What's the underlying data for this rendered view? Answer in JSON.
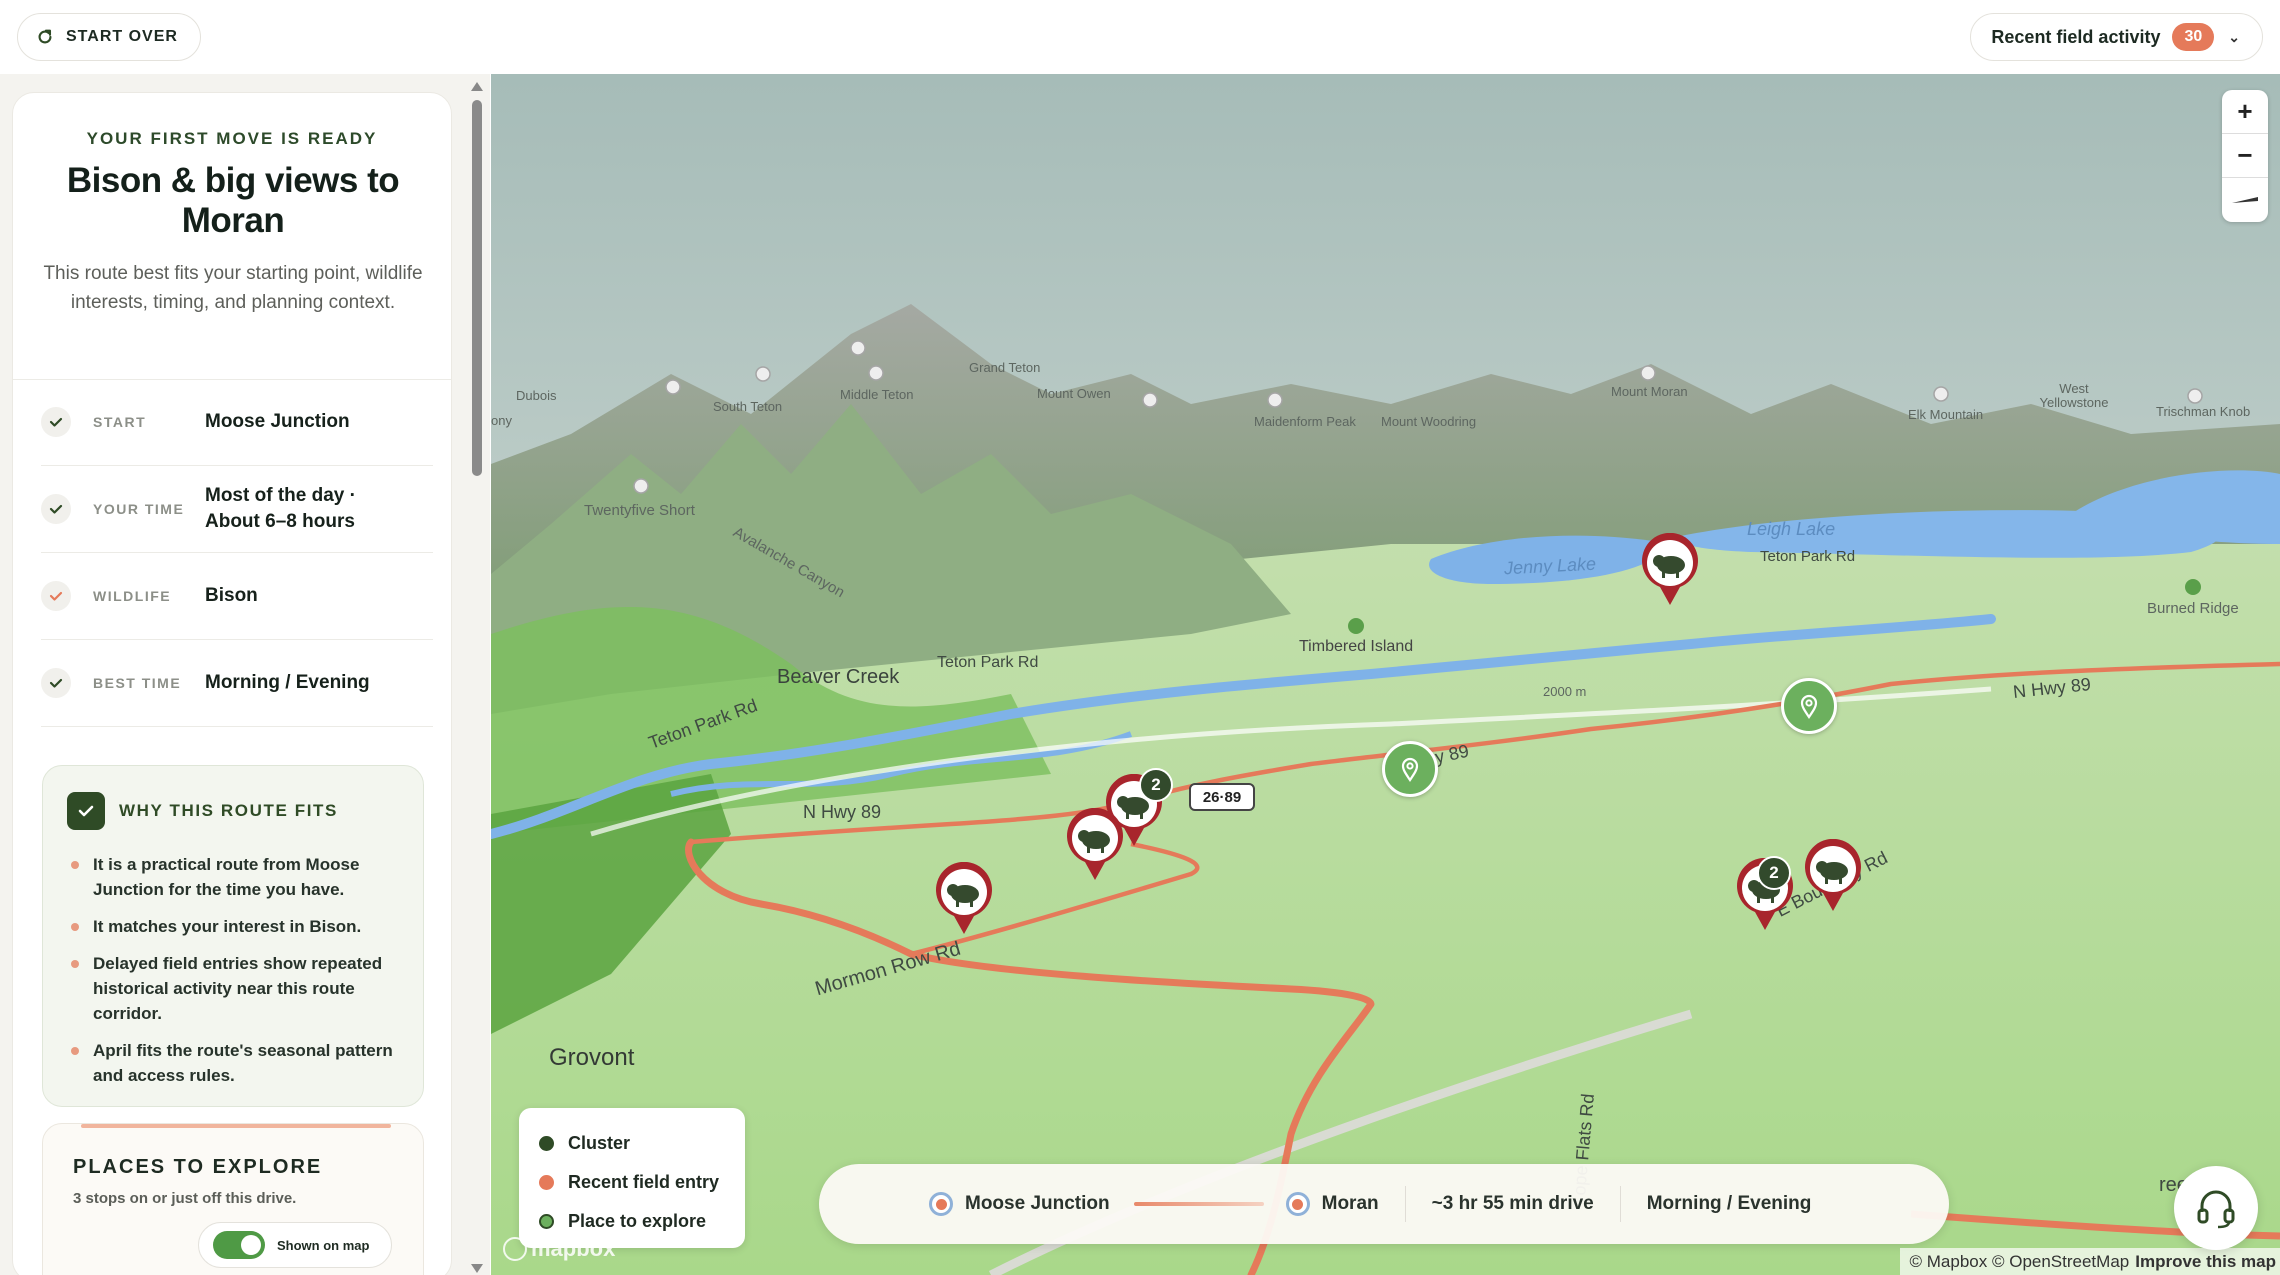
{
  "topbar": {
    "start_over": "START OVER",
    "activity_label": "Recent field activity",
    "activity_count": "30"
  },
  "sidebar": {
    "eyebrow": "YOUR FIRST MOVE IS READY",
    "title": "Bison & big views to Moran",
    "description": "This route best fits your starting point, wildlife interests, timing, and planning context.",
    "facts": [
      {
        "label": "START",
        "value": "Moose Junction"
      },
      {
        "label": "YOUR TIME",
        "value": "Most of the day · About 6–8 hours"
      },
      {
        "label": "WILDLIFE",
        "value": "Bison"
      },
      {
        "label": "BEST TIME",
        "value": "Morning / Evening"
      }
    ],
    "why": {
      "title": "WHY THIS ROUTE FITS",
      "items": [
        "It is a practical route from Moose Junction for the time you have.",
        "It matches your interest in Bison.",
        "Delayed field entries show repeated historical activity near this route corridor.",
        "April fits the route's seasonal pattern and access rules."
      ]
    },
    "places": {
      "title": "PLACES TO EXPLORE",
      "subtitle": "3 stops on or just off this drive.",
      "toggle_label": "Shown on map"
    }
  },
  "map": {
    "labels": {
      "dubois": "Dubois",
      "ony": "ony",
      "south_teton": "South Teton",
      "middle_teton": "Middle Teton",
      "grand_teton": "Grand Teton",
      "mount_owen": "Mount Owen",
      "maidenform": "Maidenform Peak",
      "mount_woodring": "Mount Woodring",
      "mount_moran": "Mount Moran",
      "elk_mountain": "Elk Mountain",
      "west_yellowstone": "West Yellowstone",
      "trischman": "Trischman Knob",
      "twentyfive": "Twentyfive Short",
      "avalanche": "Avalanche Canyon",
      "leigh_lake": "Leigh Lake",
      "jenny_lake": "Jenny Lake",
      "teton_park_rd_1": "Teton Park Rd",
      "burned_ridge": "Burned Ridge",
      "timbered_island": "Timbered Island",
      "beaver_creek": "Beaver Creek",
      "teton_park_rd_2": "Teton Park Rd",
      "teton_park_rd_3": "Teton Park Rd",
      "elev": "2000 m",
      "n_hwy_89_right": "N Hwy 89",
      "hwy_89_mid": "y 89",
      "n_hwy_89_left": "N Hwy 89",
      "e_boundary": "E Boundary Rd",
      "mormon_row": "Mormon Row Rd",
      "grovont": "Grovont",
      "flats_rd": "ope Flats Rd",
      "creek_rd": "reek Rd",
      "shield": "26·89"
    },
    "cluster_counts": [
      "2",
      "2"
    ],
    "zoom_in": "+",
    "zoom_out": "−",
    "legend": [
      {
        "label": "Cluster",
        "color": "#2f4b26"
      },
      {
        "label": "Recent field entry",
        "color": "#e57a5a"
      },
      {
        "label": "Place to explore",
        "color": "#6cb05e"
      }
    ],
    "summary": {
      "from": "Moose Junction",
      "to": "Moran",
      "duration": "~3 hr 55 min drive",
      "time": "Morning / Evening"
    },
    "logo": "mapbox",
    "attribution": "© Mapbox © OpenStreetMap",
    "improve": "Improve this map"
  },
  "colors": {
    "accent_green": "#2f4b26",
    "route": "#e57a5a",
    "pin_red": "#a8252c"
  },
  "icons": [
    "refresh-icon",
    "chevron-down-icon",
    "check-icon",
    "bison-icon",
    "place-pin-icon",
    "headset-icon"
  ]
}
